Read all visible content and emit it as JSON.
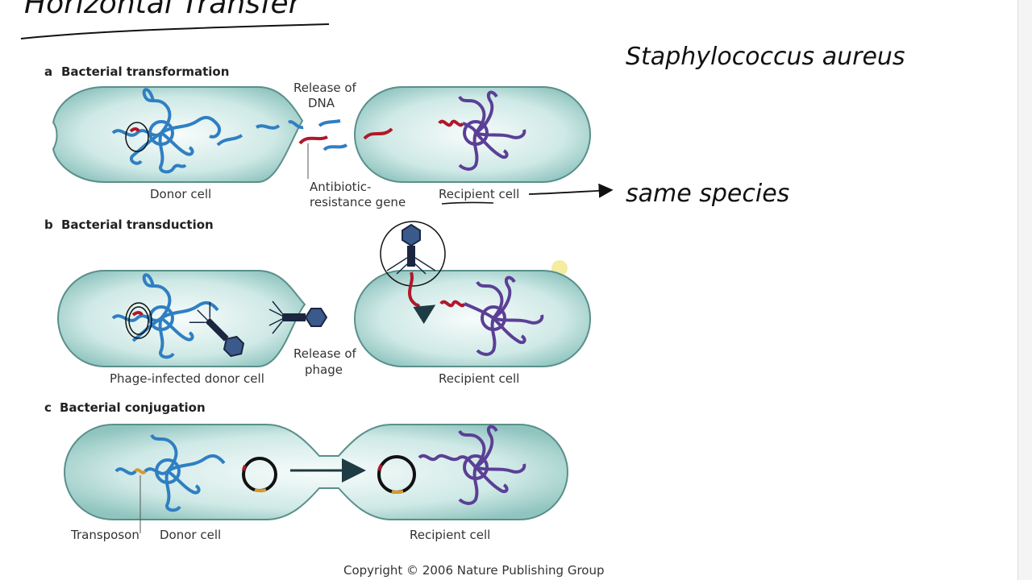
{
  "notes": {
    "title_handwritten": "Horizontal Transfer",
    "species": "Staphylococcus aureus",
    "same_species": "same species"
  },
  "colors": {
    "cell_fill": "#cfe9e6",
    "cell_stroke": "#5a8f8a",
    "donor_dna": "#2f7fc2",
    "recipient_dna": "#5b3f96",
    "resistance_gene": "#b0182a",
    "transposon": "#d89a2a",
    "phage": "#2b3a5c",
    "ink": "#111111"
  },
  "panels": {
    "a": {
      "letter": "a",
      "title": "Bacterial transformation",
      "release_1": "Release of",
      "release_2": "DNA",
      "gene_1": "Antibiotic-",
      "gene_2": "resistance gene",
      "donor": "Donor cell",
      "recipient": "Recipient cell"
    },
    "b": {
      "letter": "b",
      "title": "Bacterial transduction",
      "release_1": "Release of",
      "release_2": "phage",
      "donor": "Phage-infected donor cell",
      "recipient": "Recipient cell"
    },
    "c": {
      "letter": "c",
      "title": "Bacterial conjugation",
      "transposon": "Transposon",
      "donor": "Donor cell",
      "recipient": "Recipient cell"
    }
  },
  "copyright": "Copyright © 2006 Nature Publishing Group"
}
